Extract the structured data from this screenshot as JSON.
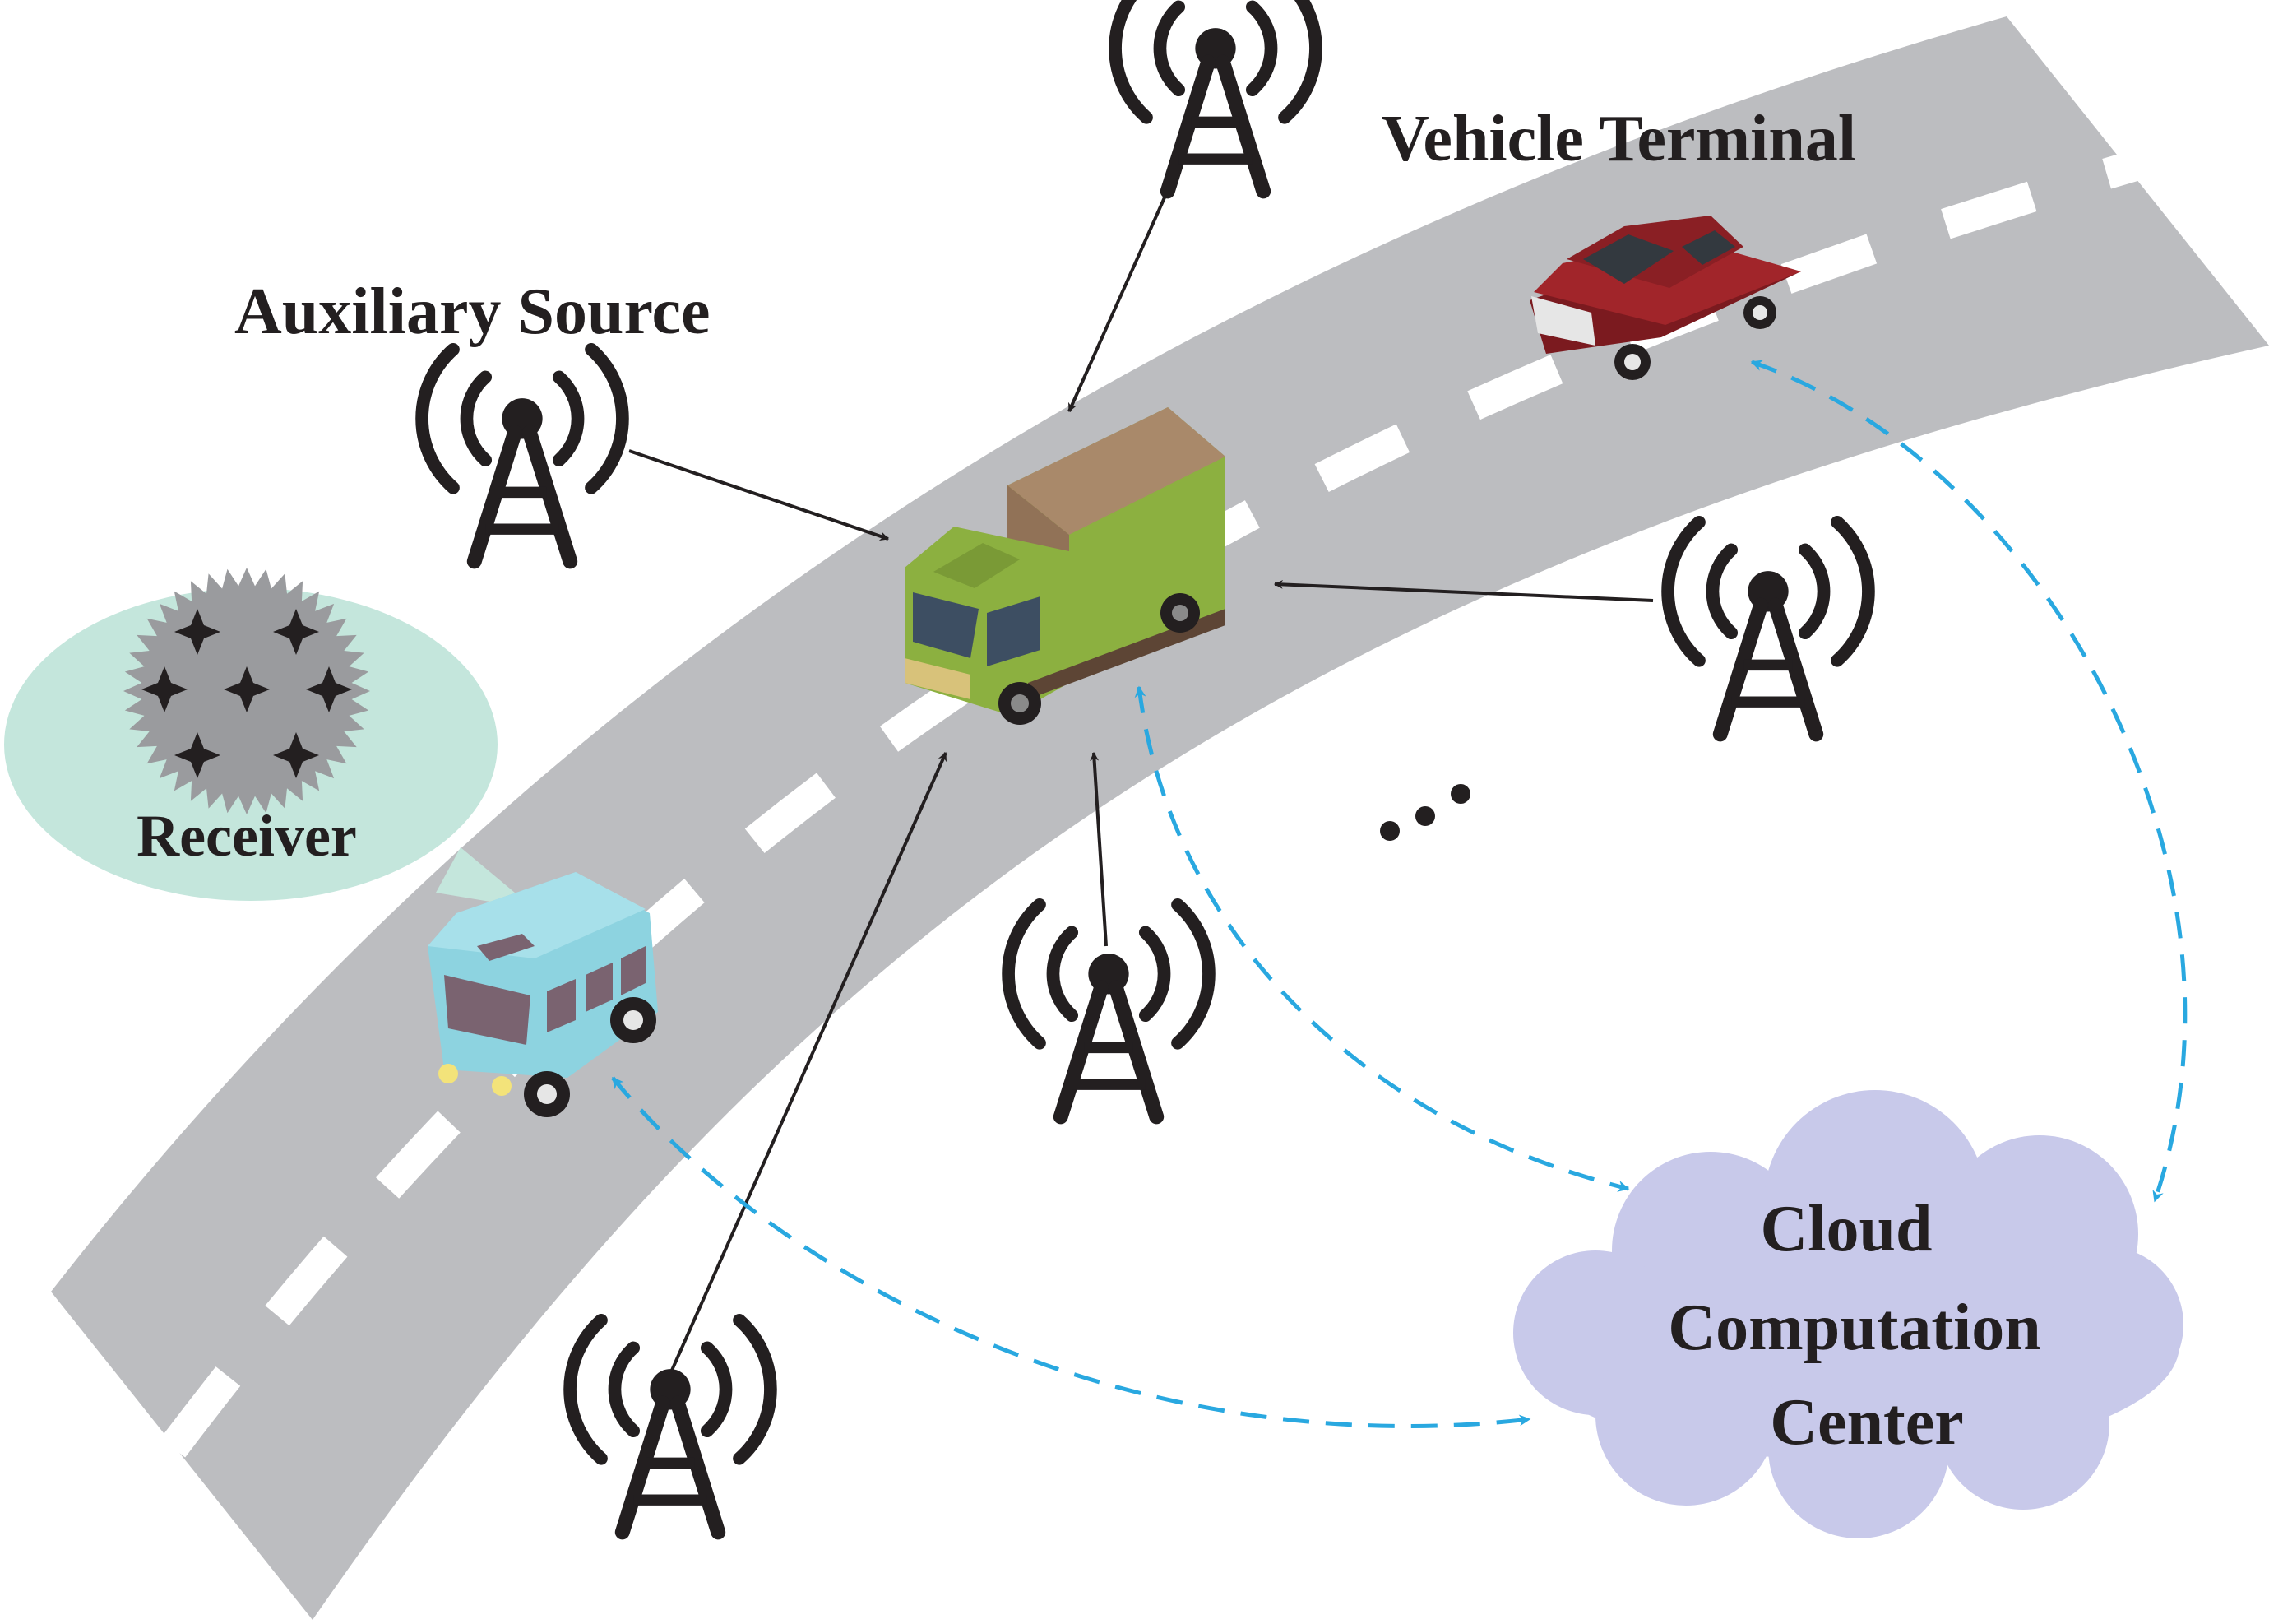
{
  "labels": {
    "vehicle_terminal": "Vehicle Terminal",
    "auxiliary_source": "Auxiliary Source",
    "receiver": "Receiver",
    "cloud_line1": "Cloud",
    "cloud_line2": "Computation",
    "cloud_line3": "Center",
    "ellipsis": "…"
  },
  "colors": {
    "road": "#bcbdc0",
    "lane_marking": "#ffffff",
    "cloud": "#c8c9ea",
    "receiver_bubble": "#c4e6dc",
    "signal_arrow": "#231f20",
    "cloud_link": "#29a8e0",
    "tower": "#231f20",
    "truck_body": "#8cb040",
    "truck_cargo": "#a9896a",
    "car_red": "#a1252a",
    "van_blue": "#8dd3e0"
  },
  "icons": {
    "tower": "radio-tower-icon",
    "receiver": "gear-sparkle-icon",
    "truck": "truck-icon",
    "car": "car-icon",
    "van": "van-icon",
    "cloud": "cloud-icon"
  }
}
